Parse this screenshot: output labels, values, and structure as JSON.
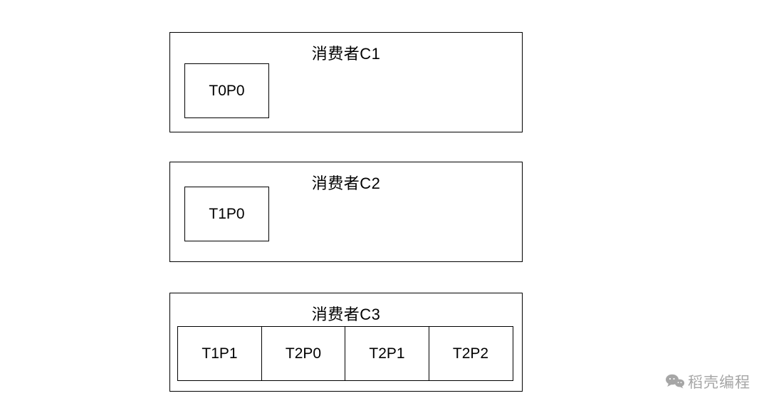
{
  "diagram": {
    "consumers": [
      {
        "title": "消费者C1",
        "partitions": [
          "T0P0"
        ]
      },
      {
        "title": "消费者C2",
        "partitions": [
          "T1P0"
        ]
      },
      {
        "title": "消费者C3",
        "partitions": [
          "T1P1",
          "T2P0",
          "T2P1",
          "T2P2"
        ]
      }
    ]
  },
  "watermark": {
    "text": "稻壳编程",
    "color": "#a6a6a6"
  }
}
